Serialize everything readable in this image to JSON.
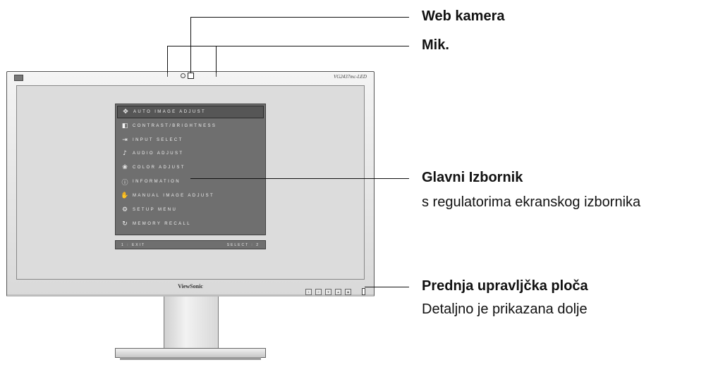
{
  "monitor": {
    "model": "VG2437mc-LED",
    "brand": "ViewSonic",
    "control_buttons": [
      "1",
      "2",
      "▼",
      "▲",
      "◆"
    ]
  },
  "osd": {
    "items": [
      {
        "icon": "auto-adjust-icon",
        "glyph": "✥",
        "label": "AUTO IMAGE ADJUST",
        "selected": true
      },
      {
        "icon": "contrast-icon",
        "glyph": "◧",
        "label": "CONTRAST/BRIGHTNESS"
      },
      {
        "icon": "input-icon",
        "glyph": "⇥",
        "label": "INPUT SELECT"
      },
      {
        "icon": "audio-icon",
        "glyph": "♪",
        "label": "AUDIO ADJUST"
      },
      {
        "icon": "color-icon",
        "glyph": "❀",
        "label": "COLOR ADJUST"
      },
      {
        "icon": "info-icon",
        "glyph": "ⓘ",
        "label": "INFORMATION"
      },
      {
        "icon": "manual-adjust-icon",
        "glyph": "✋",
        "label": "MANUAL IMAGE ADJUST"
      },
      {
        "icon": "setup-icon",
        "glyph": "⚙",
        "label": "SETUP MENU"
      },
      {
        "icon": "memory-recall-icon",
        "glyph": "↻",
        "label": "MEMORY RECALL"
      }
    ],
    "exit_label": "1 : EXIT",
    "select_label": "SELECT : 2"
  },
  "callouts": {
    "webcam": "Web kamera",
    "mic": "Mik.",
    "main_menu_title": "Glavni Izbornik",
    "main_menu_desc": "s regulatorima ekranskog izbornika",
    "front_panel_title": "Prednja upravljčka ploča",
    "front_panel_desc": "Detaljno je prikazana dolje"
  }
}
